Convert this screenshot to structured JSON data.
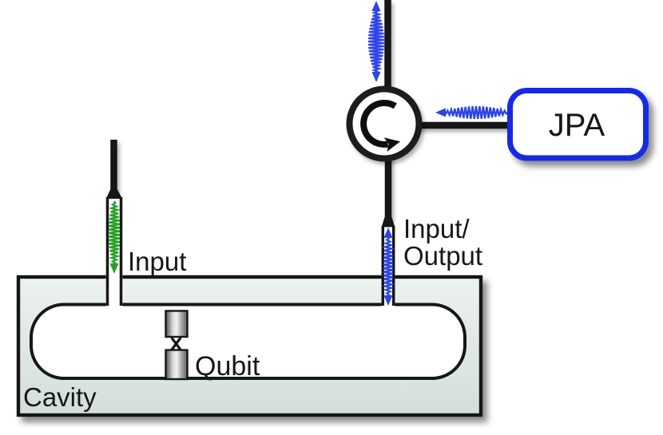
{
  "labels": {
    "input": "Input",
    "io_line1": "Input/",
    "io_line2": "Output",
    "cavity": "Cavity",
    "qubit": "Qubit",
    "jpa": "JPA"
  },
  "colors": {
    "signal_blue": "#2e43e6",
    "signal_green": "#28a028",
    "jpa_border": "#1829e6",
    "ink": "#171717",
    "cavity_fill_top": "#ecf2f0",
    "cavity_fill_bottom": "#d3dedb"
  },
  "icons": {
    "circulator": "circulator-icon",
    "top_arrow": "wave-arrow-up-down-icon",
    "jpa_arrow": "wave-arrow-left-icon",
    "input_arrow": "wave-arrow-down-icon",
    "io_arrow": "wave-arrow-up-down-icon"
  }
}
